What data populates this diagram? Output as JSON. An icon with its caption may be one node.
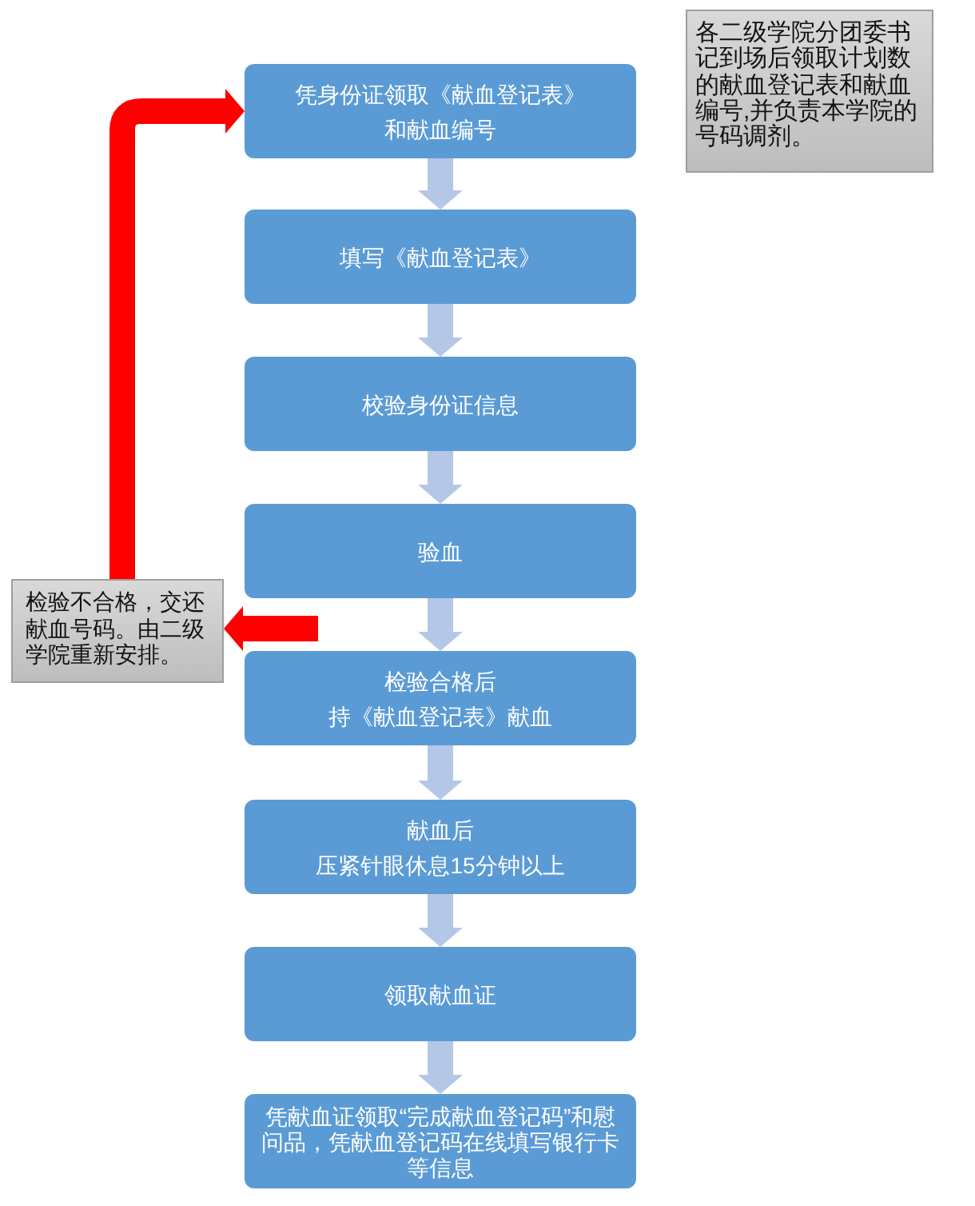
{
  "diagram": {
    "nodes": [
      {
        "text": [
          "凭身份证领取《献血登记表》和献血编号"
        ]
      },
      {
        "text": [
          "填写《献血登记表》"
        ]
      },
      {
        "text": [
          "校验身份证信息"
        ]
      },
      {
        "text": [
          "验血"
        ]
      },
      {
        "text": [
          "检验合格后",
          "持《献血登记表》献血"
        ]
      },
      {
        "text": [
          "献血后",
          "压紧针眼休息15分钟以上"
        ]
      },
      {
        "text": [
          "领取献血证"
        ]
      },
      {
        "text": [
          "凭献血证领取“完成献血登记码”和慰问品，凭献血登记码在线填写银行卡等信息"
        ]
      },
      {
        "text": [
          "各二级学院分团委书记到场后领取计划数的献血登记表和献血编号,并负责本学院的号码调剂。"
        ]
      },
      {
        "text": [
          "检验不合格，交还献血号码。由二级学院重新安排。"
        ]
      }
    ],
    "edges": [
      {
        "from": 0,
        "to": 1,
        "arrow": "to"
      },
      {
        "from": 1,
        "to": 2,
        "arrow": "to"
      },
      {
        "from": 2,
        "to": 3,
        "arrow": "to"
      },
      {
        "from": 3,
        "to": 4,
        "arrow": "to"
      },
      {
        "from": 4,
        "to": 5,
        "arrow": "to"
      },
      {
        "from": 5,
        "to": 6,
        "arrow": "to"
      },
      {
        "from": 6,
        "to": 7,
        "arrow": "to"
      },
      {
        "from": 9,
        "to": 0,
        "arrow": "to",
        "color": "#ff0000"
      },
      {
        "from": null,
        "to": 9,
        "arrow": "to",
        "color": "#ff0000"
      }
    ]
  }
}
